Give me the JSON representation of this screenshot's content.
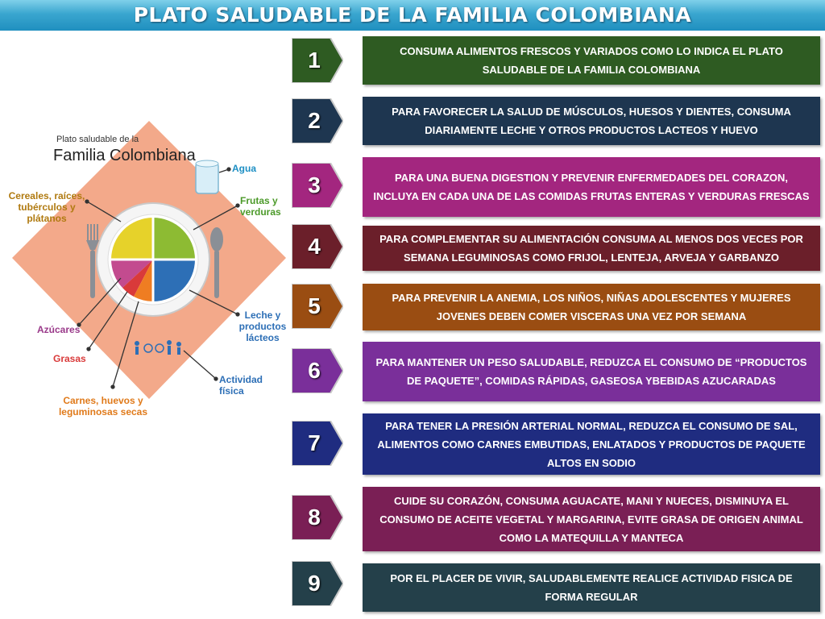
{
  "title": "PLATO SALUDABLE DE LA FAMILIA COLOMBIANA",
  "plate": {
    "title_small": "Plato saludable de la",
    "title_big": "Familia Colombiana",
    "labels": {
      "agua": "Agua",
      "frutas": "Frutas y verduras",
      "cereales": "Cereales, raíces, tubérculos y plátanos",
      "leche": "Leche y productos lácteos",
      "azucares": "Azúcares",
      "grasas": "Grasas",
      "actividad": "Actividad física",
      "carnes": "Carnes, huevos y leguminosas secas"
    }
  },
  "recommendations": [
    {
      "number": "1",
      "text": "CONSUMA ALIMENTOS FRESCOS Y VARIADOS COMO LO INDICA EL PLATO SALUDABLE DE LA FAMILIA COLOMBIANA",
      "color": "#2e5b22"
    },
    {
      "number": "2",
      "text": "PARA FAVORECER LA SALUD DE MÚSCULOS, HUESOS Y DIENTES, CONSUMA DIARIAMENTE LECHE Y OTROS PRODUCTOS LACTEOS Y HUEVO",
      "color": "#1e3650"
    },
    {
      "number": "3",
      "text": "PARA UNA BUENA DIGESTION Y PREVENIR ENFERMEDADES DEL CORAZON, INCLUYA EN CADA UNA DE LAS COMIDAS FRUTAS ENTERAS Y VERDURAS FRESCAS",
      "color": "#a3267f"
    },
    {
      "number": "4",
      "text": "PARA COMPLEMENTAR SU ALIMENTACIÓN CONSUMA AL MENOS DOS VECES POR SEMANA LEGUMINOSAS COMO FRIJOL, LENTEJA, ARVEJA Y GARBANZO",
      "color": "#6b1f2a"
    },
    {
      "number": "5",
      "text": "PARA PREVENIR LA ANEMIA, LOS NIÑOS, NIÑAS ADOLESCENTES Y MUJERES JOVENES DEBEN COMER VISCERAS UNA VEZ POR SEMANA",
      "color": "#9a4d12"
    },
    {
      "number": "6",
      "text": "PARA MANTENER UN PESO SALUDABLE, REDUZCA EL CONSUMO DE “PRODUCTOS DE PAQUETE”, COMIDAS RÁPIDAS, GASEOSA YBEBIDAS AZUCARADAS",
      "color": "#7a2f9a"
    },
    {
      "number": "7",
      "text": "PARA TENER LA PRESIÓN ARTERIAL NORMAL, REDUZCA EL CONSUMO DE SAL, ALIMENTOS COMO CARNES EMBUTIDAS, ENLATADOS Y PRODUCTOS DE PAQUETE ALTOS EN SODIO",
      "color": "#1f2c80"
    },
    {
      "number": "8",
      "text": "CUIDE SU CORAZÓN, CONSUMA AGUACATE, MANI Y NUECES, DISMINUYA EL CONSUMO DE ACEITE VEGETAL Y MARGARINA, EVITE GRASA DE ORIGEN ANIMAL COMO LA MATEQUILLA Y MANTECA",
      "color": "#7a1f55"
    },
    {
      "number": "9",
      "text": "POR EL PLACER DE VIVIR, SALUDABLEMENTE REALICE ACTIVIDAD FISICA DE FORMA REGULAR",
      "color": "#24404a"
    }
  ]
}
